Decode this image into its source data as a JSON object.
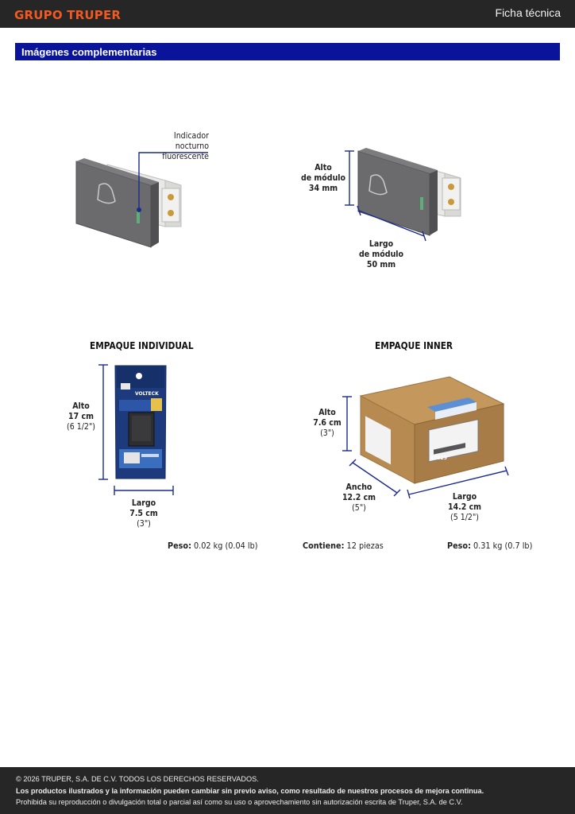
{
  "header": {
    "brand": "GRUPO TRUPER",
    "doc_title": "Ficha técnica"
  },
  "section": {
    "title": "Imágenes complementarias"
  },
  "product_views": {
    "indicator_label_line1": "Indicador nocturno",
    "indicator_label_line2": "fluorescente",
    "height": {
      "title_line1": "Alto",
      "title_line2": "de módulo",
      "value": "34 mm"
    },
    "length": {
      "title_line1": "Largo",
      "title_line2": "de módulo",
      "value": "50 mm"
    }
  },
  "individual_pack": {
    "heading": "EMPAQUE INDIVIDUAL",
    "height": {
      "label": "Alto",
      "metric": "17 cm",
      "imperial": "(6 1/2\")"
    },
    "length": {
      "label": "Largo",
      "metric": "7.5 cm",
      "imperial": "(3\")"
    },
    "weight_label": "Peso:",
    "weight_value": " 0.02 kg (0.04 lb)",
    "brand_mark": "VOLTECK"
  },
  "inner_pack": {
    "heading": "EMPAQUE INNER",
    "height": {
      "label": "Alto",
      "metric": "7.6 cm",
      "imperial": "(3\")"
    },
    "width": {
      "label": "Ancho",
      "metric": "12.2 cm",
      "imperial": "(5\")"
    },
    "length": {
      "label": "Largo",
      "metric": "14.2 cm",
      "imperial": "(5 1/2\")"
    },
    "contents_label": "Contiene:",
    "contents_value": " 12 piezas",
    "weight_label": "Peso:",
    "weight_value": " 0.31 kg (0.7 lb)",
    "box_code": "47829"
  },
  "footer": {
    "copyright": "© 2026 TRUPER, S.A. DE C.V. TODOS LOS DERECHOS RESERVADOS.",
    "notice": "Los productos ilustrados y la información pueden cambiar sin previo aviso, como resultado de nuestros procesos de mejora continua.",
    "prohibition": "Prohibida su reproducción o divulgación total o parcial así como su uso o aprovechamiento sin autorización escrita de Truper, S.A. de C.V."
  },
  "colors": {
    "brand_orange": "#f05a22",
    "section_blue": "#0a149a",
    "dimension_blue": "#1c2a8f",
    "dark_bar": "#262626"
  }
}
